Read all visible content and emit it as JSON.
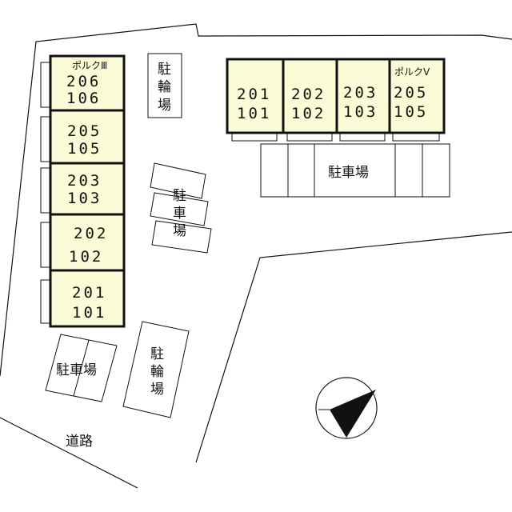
{
  "map": {
    "building_left": {
      "name": "ポルクⅢ",
      "units": [
        {
          "upper": "206",
          "lower": "106"
        },
        {
          "upper": "205",
          "lower": "105"
        },
        {
          "upper": "203",
          "lower": "103"
        },
        {
          "upper": "202",
          "lower": "102"
        },
        {
          "upper": "201",
          "lower": "101"
        }
      ]
    },
    "building_right": {
      "name": "ポルクⅤ",
      "units": [
        {
          "upper": "201",
          "lower": "101"
        },
        {
          "upper": "202",
          "lower": "102"
        },
        {
          "upper": "203",
          "lower": "103"
        },
        {
          "upper": "205",
          "lower": "105"
        }
      ]
    },
    "bicycle_parking_top": {
      "l1": "駐",
      "l2": "輪",
      "l3": "場"
    },
    "bicycle_parking_bottom": {
      "l1": "駐",
      "l2": "輪",
      "l3": "場"
    },
    "parking_center": {
      "l1": "駐",
      "l2": "車",
      "l3": "場"
    },
    "parking_right": "駐車場",
    "parking_bottom_left": "駐車場",
    "road": "道路",
    "colors": {
      "unit_fill": "#fbfbd8",
      "outline": "#111111",
      "background": "#ffffff"
    },
    "icons": {
      "compass": "north-arrow-icon"
    }
  }
}
